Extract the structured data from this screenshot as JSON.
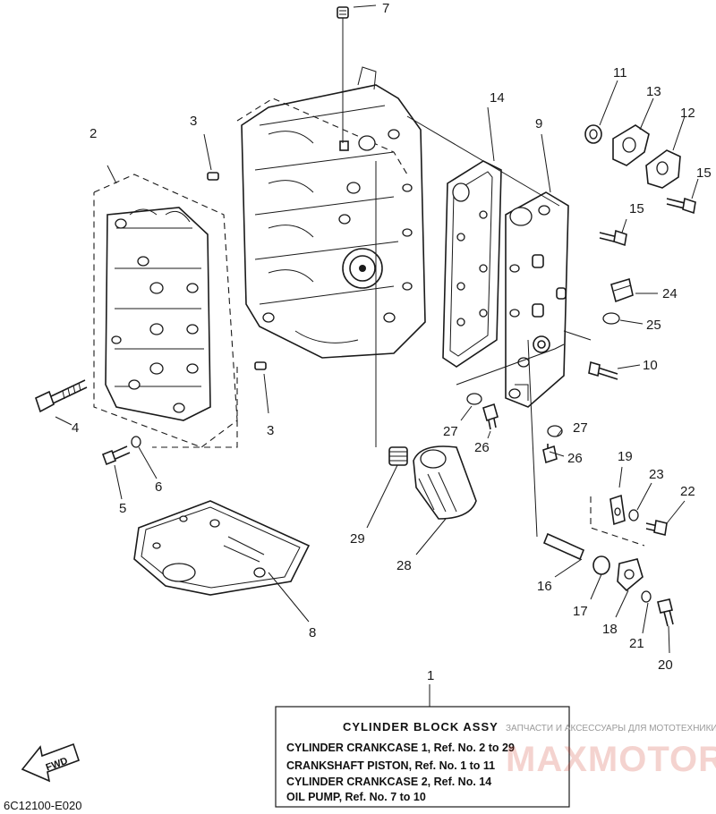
{
  "callouts": [
    {
      "id": "1",
      "text": "1"
    },
    {
      "id": "2",
      "text": "2"
    },
    {
      "id": "3a",
      "text": "3"
    },
    {
      "id": "3b",
      "text": "3"
    },
    {
      "id": "4",
      "text": "4"
    },
    {
      "id": "5",
      "text": "5"
    },
    {
      "id": "6",
      "text": "6"
    },
    {
      "id": "7",
      "text": "7"
    },
    {
      "id": "8",
      "text": "8"
    },
    {
      "id": "9",
      "text": "9"
    },
    {
      "id": "10",
      "text": "10"
    },
    {
      "id": "11",
      "text": "11"
    },
    {
      "id": "12",
      "text": "12"
    },
    {
      "id": "13",
      "text": "13"
    },
    {
      "id": "14",
      "text": "14"
    },
    {
      "id": "15a",
      "text": "15"
    },
    {
      "id": "15b",
      "text": "15"
    },
    {
      "id": "16",
      "text": "16"
    },
    {
      "id": "17",
      "text": "17"
    },
    {
      "id": "18",
      "text": "18"
    },
    {
      "id": "19",
      "text": "19"
    },
    {
      "id": "20",
      "text": "20"
    },
    {
      "id": "21",
      "text": "21"
    },
    {
      "id": "22",
      "text": "22"
    },
    {
      "id": "23",
      "text": "23"
    },
    {
      "id": "24",
      "text": "24"
    },
    {
      "id": "25",
      "text": "25"
    },
    {
      "id": "26a",
      "text": "26"
    },
    {
      "id": "26b",
      "text": "26"
    },
    {
      "id": "27a",
      "text": "27"
    },
    {
      "id": "27b",
      "text": "27"
    },
    {
      "id": "28",
      "text": "28"
    },
    {
      "id": "29",
      "text": "29"
    }
  ],
  "label_box": {
    "title": "CYLINDER BLOCK ASSY",
    "lines": [
      "CYLINDER CRANKCASE 1,  Ref. No. 2 to 29",
      "CRANKSHAFT PISTON,  Ref. No. 1 to 11",
      "CYLINDER CRANKCASE 2,  Ref. No. 14",
      "OIL PUMP,   Ref. No. 7 to 10"
    ]
  },
  "fwd_label": "FWD",
  "diagram_code": "6C12100-E020",
  "watermark": {
    "caption": "ЗАПЧАСТИ И АКСЕССУАРЫ ДЛЯ МОТОТЕХНИКИ",
    "site": "MAXMOTOR.RU"
  }
}
